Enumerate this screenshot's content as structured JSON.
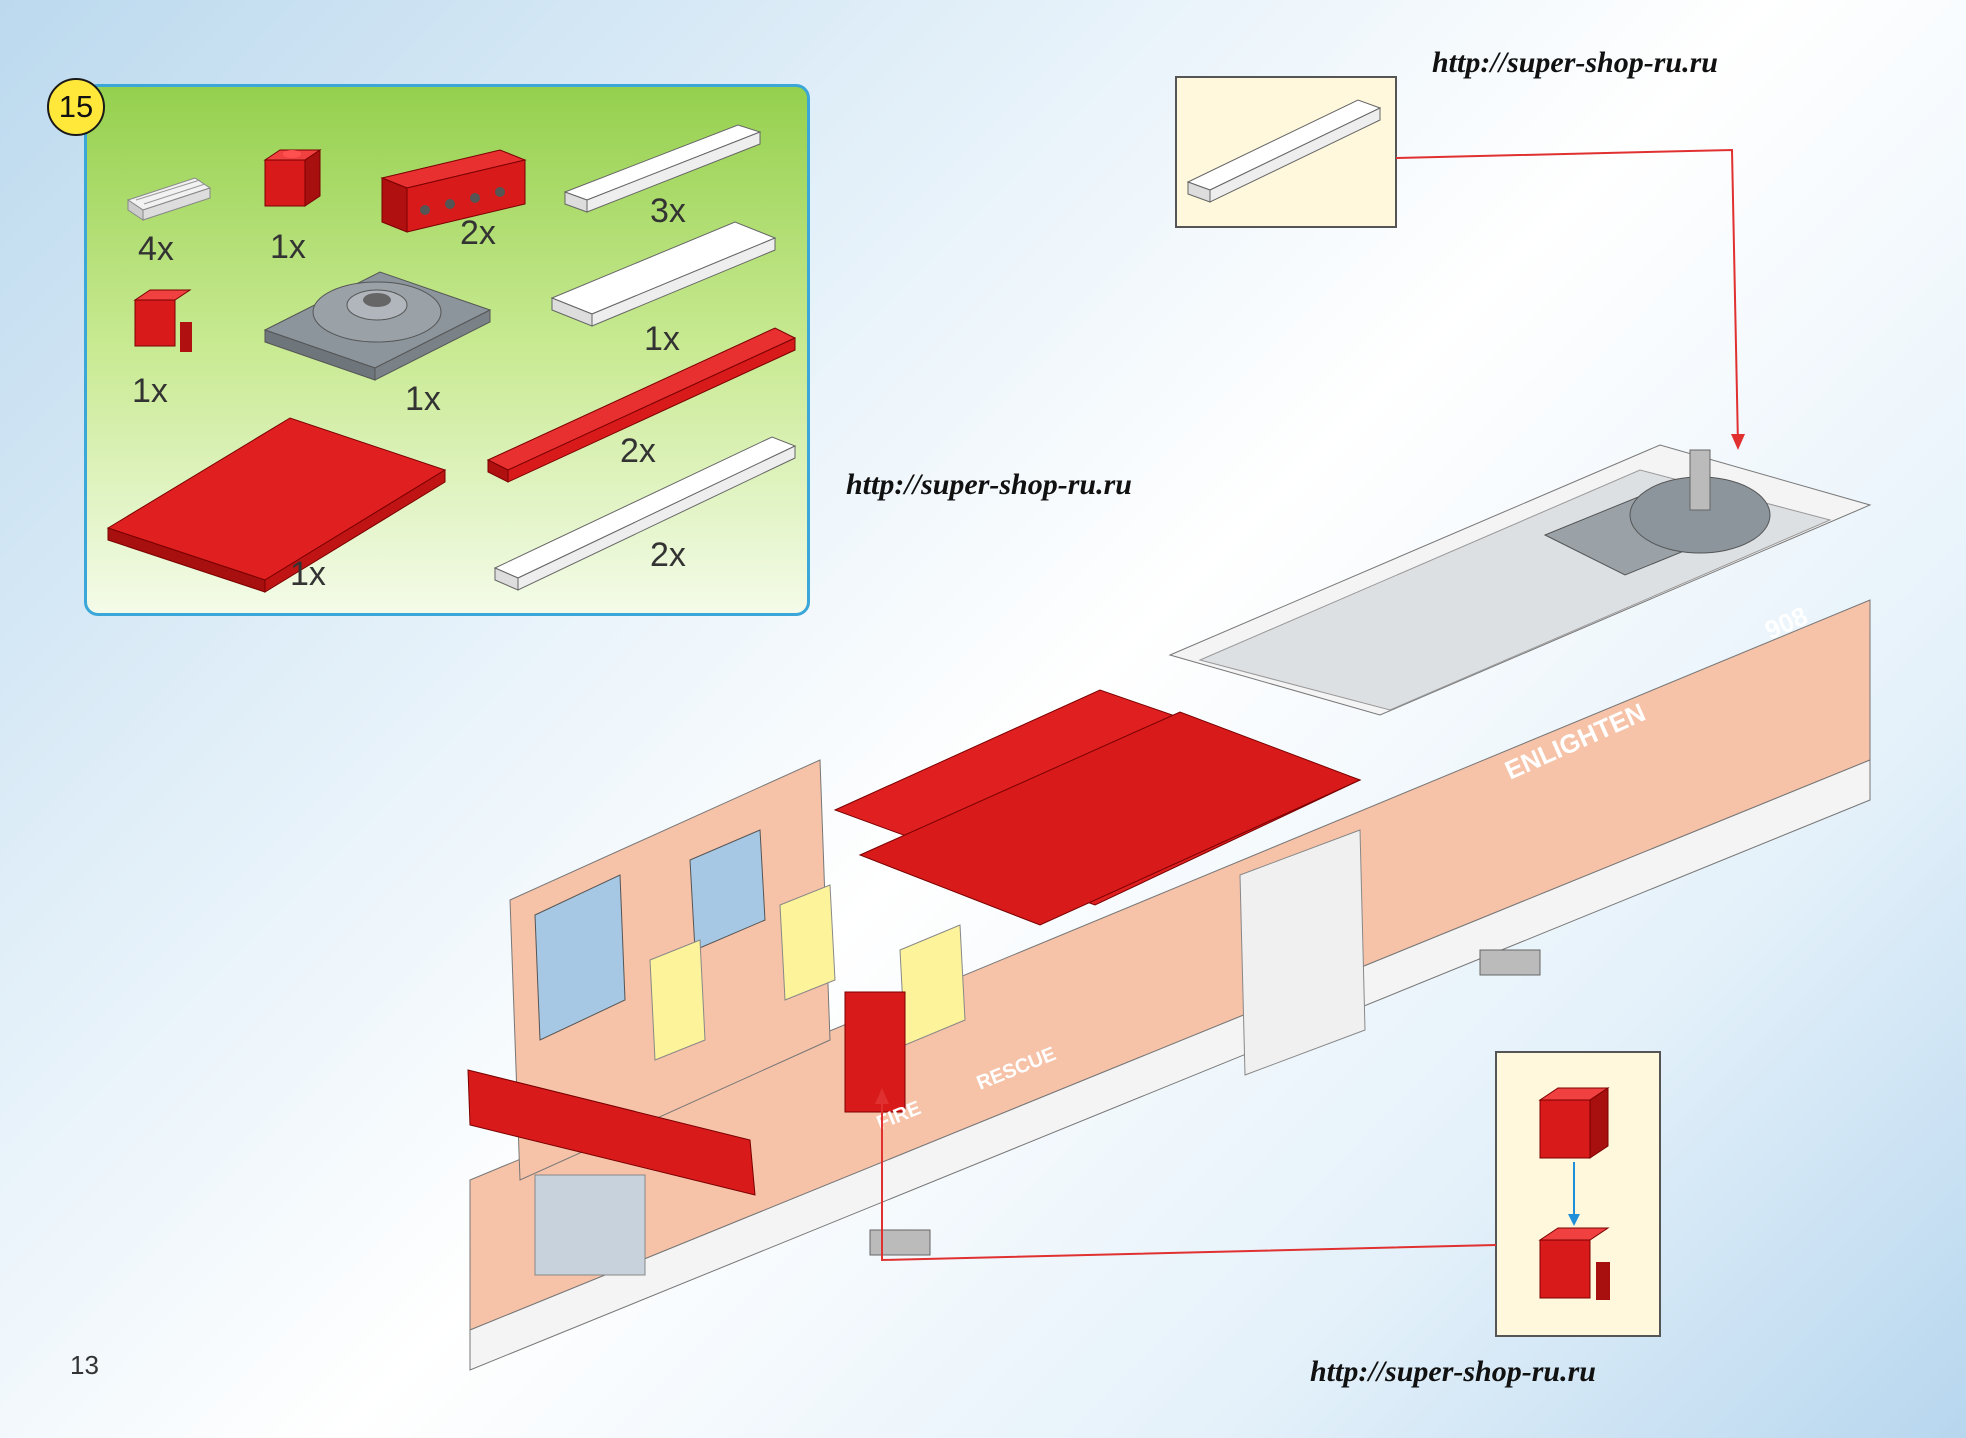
{
  "step": {
    "number": "15"
  },
  "parts": [
    {
      "id": "grille-tile",
      "qty": "4x"
    },
    {
      "id": "red-brick-1x1",
      "qty": "1x"
    },
    {
      "id": "red-technic-brick-1x4",
      "qty": "2x"
    },
    {
      "id": "white-plate-1x6",
      "qty": "3x"
    },
    {
      "id": "red-brick-1x1-clip",
      "qty": "1x"
    },
    {
      "id": "gray-turntable-plate",
      "qty": "1x"
    },
    {
      "id": "white-plate-2x6",
      "qty": "1x"
    },
    {
      "id": "red-plate-1x12",
      "qty": "2x"
    },
    {
      "id": "red-plate-6x10",
      "qty": "1x"
    },
    {
      "id": "white-plate-1x10",
      "qty": "2x"
    }
  ],
  "watermarks": [
    "http://super-shop-ru.ru",
    "http://super-shop-ru.ru",
    "http://super-shop-ru.ru"
  ],
  "model": {
    "decal_enlighten": "ENLIGHTEN",
    "decal_number": "908",
    "decal_fire": "FIRE",
    "decal_rescue": "RESCUE"
  },
  "page_number": "13",
  "colors": {
    "panel_border": "#3aa7d8",
    "brick_red": "#d81a1a",
    "callout_bg": "#fff8dc",
    "badge": "#ffe83a",
    "arrow_red": "#e03030",
    "arrow_blue": "#1e8fd8"
  }
}
